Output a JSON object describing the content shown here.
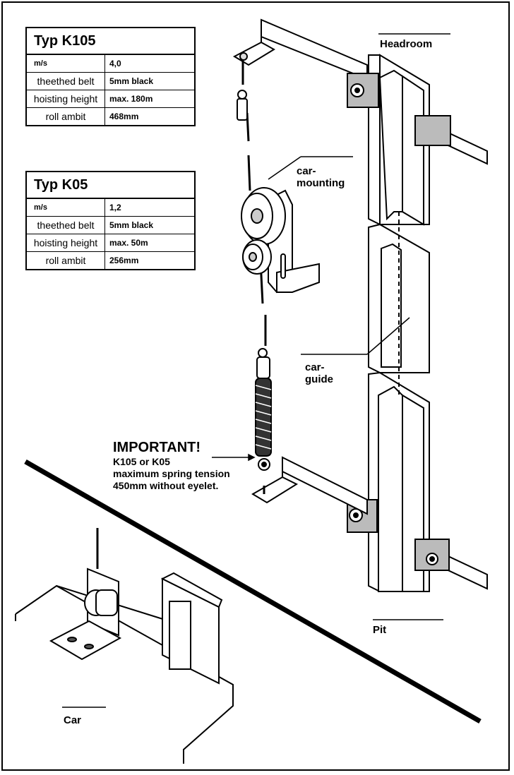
{
  "tables": [
    {
      "title": "Typ K105",
      "rows": [
        {
          "label": "m/s",
          "value": "4,0"
        },
        {
          "label": "theethed belt",
          "value": "5mm  black"
        },
        {
          "label": "hoisting height",
          "value": "max. 180m"
        },
        {
          "label": "roll ambit",
          "value": "468mm"
        }
      ]
    },
    {
      "title": "Typ K05",
      "rows": [
        {
          "label": "m/s",
          "value": "1,2"
        },
        {
          "label": "theethed belt",
          "value": "5mm  black"
        },
        {
          "label": "hoisting height",
          "value": "max. 50m"
        },
        {
          "label": "roll ambit",
          "value": "256mm"
        }
      ]
    }
  ],
  "labels": {
    "headroom": "Headroom",
    "car_mounting_1": "car-",
    "car_mounting_2": "mounting",
    "car_guide_1": "car-",
    "car_guide_2": "guide",
    "pit": "Pit",
    "car": "Car"
  },
  "important": {
    "heading": "IMPORTANT!",
    "line1": "K105 or K05",
    "line2": "maximum spring tension",
    "line3": "450mm without eyelet."
  }
}
